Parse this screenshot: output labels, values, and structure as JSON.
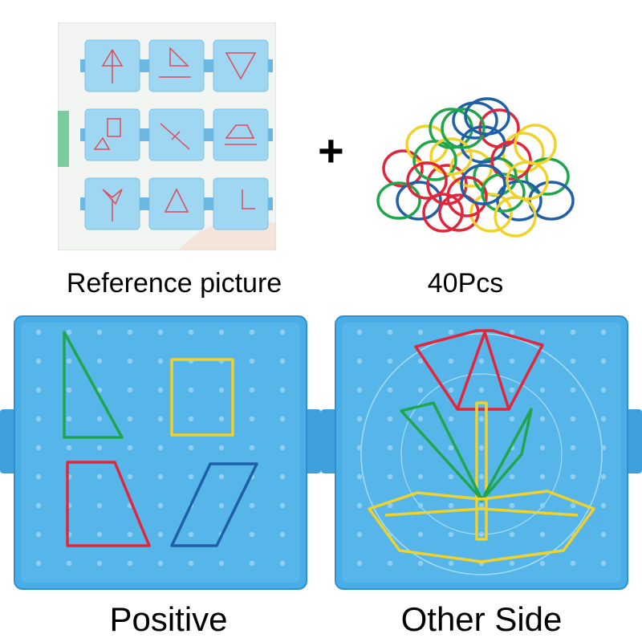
{
  "captions": {
    "reference": "Reference picture",
    "count": "40Pcs",
    "front": "Positive",
    "back": "Other Side"
  },
  "plus_sign": "+",
  "colors": {
    "board": "#4aaee6",
    "board_dark": "#2f8fd0",
    "peg": "#8fd0f2",
    "band_red": "#e0263b",
    "band_yellow": "#f1d22a",
    "band_green": "#1fa54c",
    "band_blue": "#1f5fa8"
  },
  "reference_card": {
    "shape_icons": [
      "tree-icon",
      "sail-icon",
      "triangle-down-icon",
      "rectangle-icon",
      "plane-icon",
      "house-icon",
      "flower-icon",
      "triangle-icon",
      "corner-icon"
    ]
  }
}
